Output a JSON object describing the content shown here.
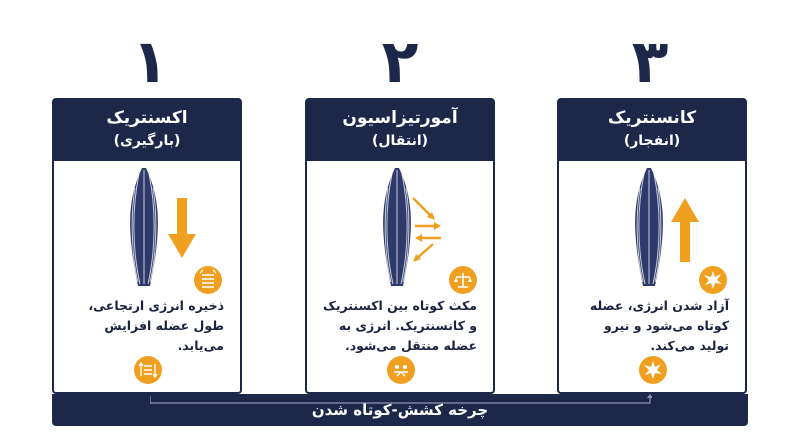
{
  "stages": [
    {
      "number": "۱",
      "title": "اکسنتریک",
      "subtitle": "(بارگیری)",
      "description": "ذخیره انرژی ارتجاعی، طول عضله افزایش می‌یابد.",
      "arrow_icon": "down-arrow-icon",
      "badge_icon": "spring-coil-icon",
      "footer_badge_icon": "spring-up-down-icon"
    },
    {
      "number": "۲",
      "title": "آمورتیزاسیون",
      "subtitle": "(انتقال)",
      "description": "مکث کوتاه بین اکسنتریک و کانسنتریک. انرژی به عضله منتقل می‌شود.",
      "arrow_icon": "transfer-arrows-icon",
      "badge_icon": "balance-scale-icon",
      "footer_badge_icon": "balance-pause-icon"
    },
    {
      "number": "۳",
      "title": "کانسنتریک",
      "subtitle": "(انفجار)",
      "description": "آزاد شدن انرژی، عضله کوتاه می‌شود و نیرو تولید می‌کند.",
      "arrow_icon": "up-arrow-icon",
      "badge_icon": "explosion-icon",
      "footer_badge_icon": "explosion-icon"
    }
  ],
  "footer": {
    "label": "چرخه کشش-کوتاه شدن"
  },
  "colors": {
    "navy": "#1d2749",
    "accent": "#f0a020",
    "muscle": "#2d3a6b"
  }
}
